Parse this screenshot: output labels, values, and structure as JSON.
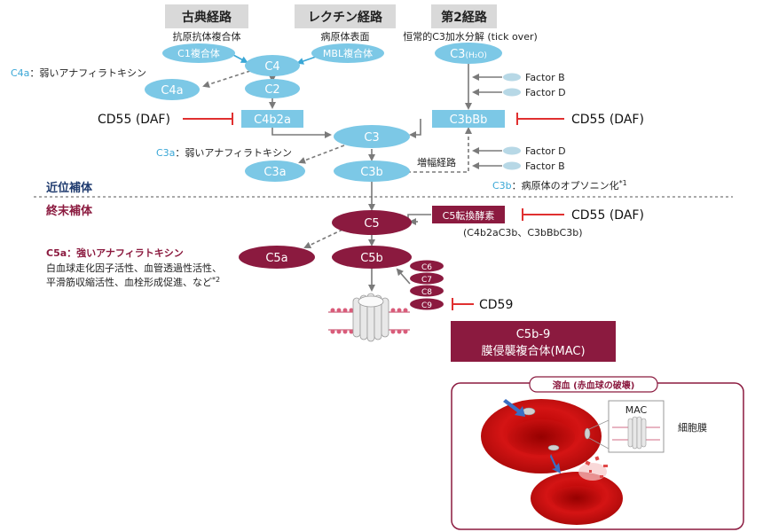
{
  "pathways": {
    "classical": "古典経路",
    "lectin": "レクチン経路",
    "alternative": "第2経路"
  },
  "pathway_sub": {
    "classical": "抗原抗体複合体",
    "lectin": "病原体表面",
    "alternative": "恒常的C3加水分解 (tick over)"
  },
  "nodes": {
    "c1": "C1複合体",
    "mbl": "MBL複合体",
    "c4": "C4",
    "c4a": "C4a",
    "c2": "C2",
    "c4b2a": "C4b2a",
    "c3h2o_main": "C3",
    "c3h2o_sub": "(H₂O)",
    "c3bbb": "C3bBb",
    "c3": "C3",
    "c3a": "C3a",
    "c3b": "C3b",
    "c5": "C5",
    "c5a": "C5a",
    "c5b": "C5b",
    "c5conv": "C5転換酵素",
    "c6": "C6",
    "c7": "C7",
    "c8": "C8",
    "c9": "C9"
  },
  "factors": {
    "factor_b_top": "Factor B",
    "factor_d_top": "Factor D",
    "factor_d_bottom": "Factor D",
    "factor_b_bottom": "Factor B"
  },
  "labels": {
    "c4a_head": "C4a",
    "c4a_desc": "：弱いアナフィラトキシン",
    "c3a_head": "C3a",
    "c3a_desc": "：弱いアナフィラトキシン",
    "amplification": "増幅経路",
    "c3b_head": "C3b",
    "c3b_desc": "：病原体のオプソニン化",
    "c3b_note": "*1",
    "proximal": "近位補体",
    "terminal": "終末補体",
    "c5conv_sub": "(C4b2aC3b、C3bBbC3b)",
    "c5a_head": "C5a：強いアナフィラトキシン",
    "c5a_line1": "白血球走化因子活性、血管透過性活性、",
    "c5a_line2": "平滑筋収縮活性、血栓形成促進、など",
    "c5a_note": "*2"
  },
  "inhibitors": {
    "cd55_left": "CD55 (DAF)",
    "cd55_right_top": "CD55 (DAF)",
    "cd55_right_mid": "CD55 (DAF)",
    "cd59": "CD59"
  },
  "mac": {
    "line1": "C5b-9",
    "line2": "膜侵襲複合体(MAC)"
  },
  "hemolysis": {
    "title": "溶血 (赤血球の破壊)",
    "mac_label": "MAC",
    "membrane_label": "細胞膜"
  },
  "colors": {
    "light_blue": "#7cc8e6",
    "mid_blue": "#3aa7d6",
    "maroon": "#8b1a3f",
    "dark_maroon": "#6f1030",
    "inhibitor_red": "#e03030",
    "gray_header": "#d9d9d9",
    "navy_text": "#1e3a6e",
    "arrow_gray": "#7a7a7a"
  }
}
